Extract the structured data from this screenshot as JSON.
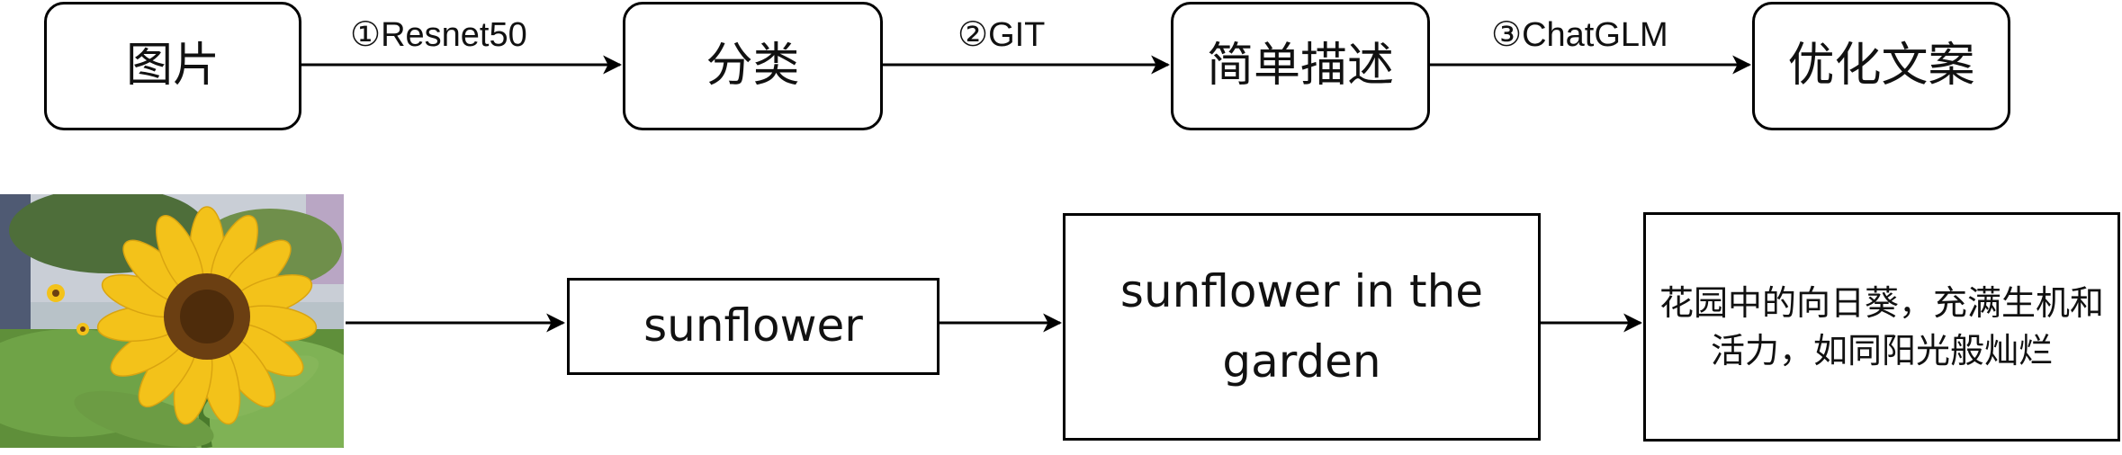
{
  "pipeline": {
    "stages": [
      {
        "id": "image",
        "label": "图片"
      },
      {
        "id": "classify",
        "label": "分类"
      },
      {
        "id": "describe",
        "label": "简单描述"
      },
      {
        "id": "refine",
        "label": "优化文案"
      }
    ],
    "edges": [
      {
        "from": "image",
        "to": "classify",
        "label": "①Resnet50"
      },
      {
        "from": "classify",
        "to": "describe",
        "label": "②GIT"
      },
      {
        "from": "describe",
        "to": "refine",
        "label": "③ChatGLM"
      }
    ]
  },
  "example": {
    "photo_icon": "sunflower-photo",
    "classification": "sunflower",
    "description": "sunflower in the garden",
    "copywriting": "花园中的向日葵，充满生机和活力，如同阳光般灿烂"
  },
  "colors": {
    "stroke": "#000000",
    "text": "#111111",
    "petal": "#f3c21a",
    "flower_center": "#6b3f12",
    "foliage": "#5f8f3a",
    "sky": "#c9ced6"
  }
}
